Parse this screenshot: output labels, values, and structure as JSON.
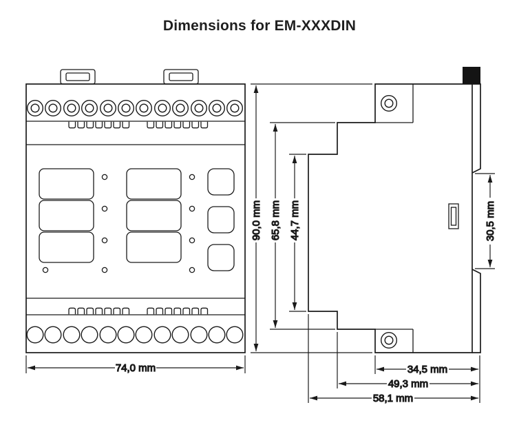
{
  "title": "Dimensions for EM-XXXDIN",
  "front_view": {
    "width_label": "74,0 mm"
  },
  "side_view": {
    "height_label": "90,0 mm",
    "mid_height_label": "65,8 mm",
    "front_height_label": "44,7 mm",
    "rail_gap_label": "30,5 mm",
    "terminal_depth_label": "34,5 mm",
    "collar_depth_label": "49,3 mm",
    "total_depth_label": "58,1 mm"
  }
}
